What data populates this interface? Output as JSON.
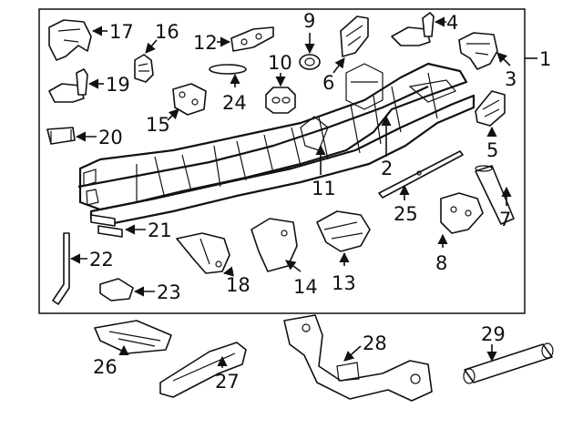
{
  "figure": {
    "assembly_callout": "1",
    "callouts": [
      "2",
      "3",
      "4",
      "5",
      "6",
      "7",
      "8",
      "9",
      "10",
      "11",
      "12",
      "13",
      "14",
      "15",
      "16",
      "17",
      "18",
      "19",
      "20",
      "21",
      "22",
      "23",
      "24",
      "25",
      "26",
      "27",
      "28",
      "29"
    ]
  }
}
